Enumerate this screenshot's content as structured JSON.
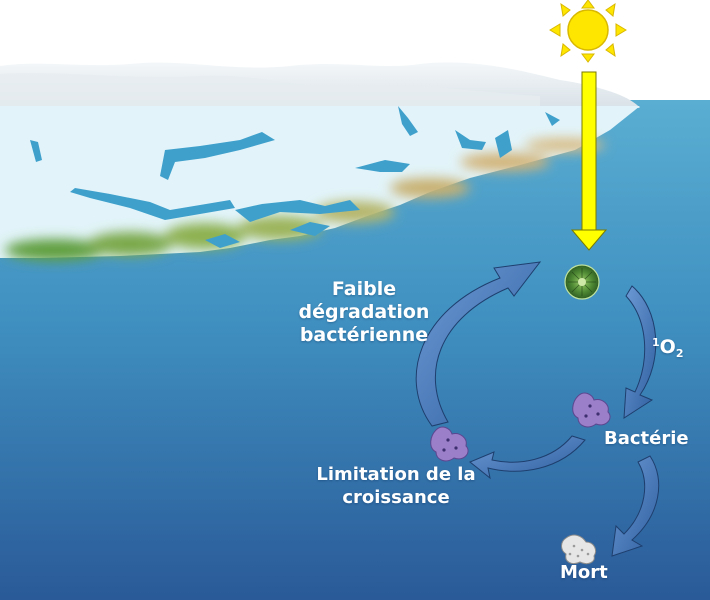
{
  "labels": {
    "faible_line1": "Faible",
    "faible_line2": "dégradation",
    "faible_line3": "bactérienne",
    "singlet_sup": "1",
    "singlet_main": "O",
    "singlet_sub": "2",
    "bacterie": "Bactérie",
    "limitation_line1": "Limitation de la",
    "limitation_line2": "croissance",
    "mort": "Mort"
  },
  "colors": {
    "sky": "#ffffff",
    "ice": "#dff3f9",
    "water_top": "#4fa6cc",
    "water_bottom": "#2b5c9a",
    "sun": "#ffe600",
    "ray_arrow": "#ffff00",
    "cycle_arrow": "#3d6fb5",
    "bacteria": "#9b7fc8",
    "dead_bacteria": "#e6e6e6",
    "algae": "#3f7a2e",
    "text": "#ffffff"
  },
  "icons": [
    "sun-icon",
    "sunlight-arrow",
    "phytoplankton-cell-icon",
    "bacterium-icon",
    "dead-bacterium-icon"
  ]
}
